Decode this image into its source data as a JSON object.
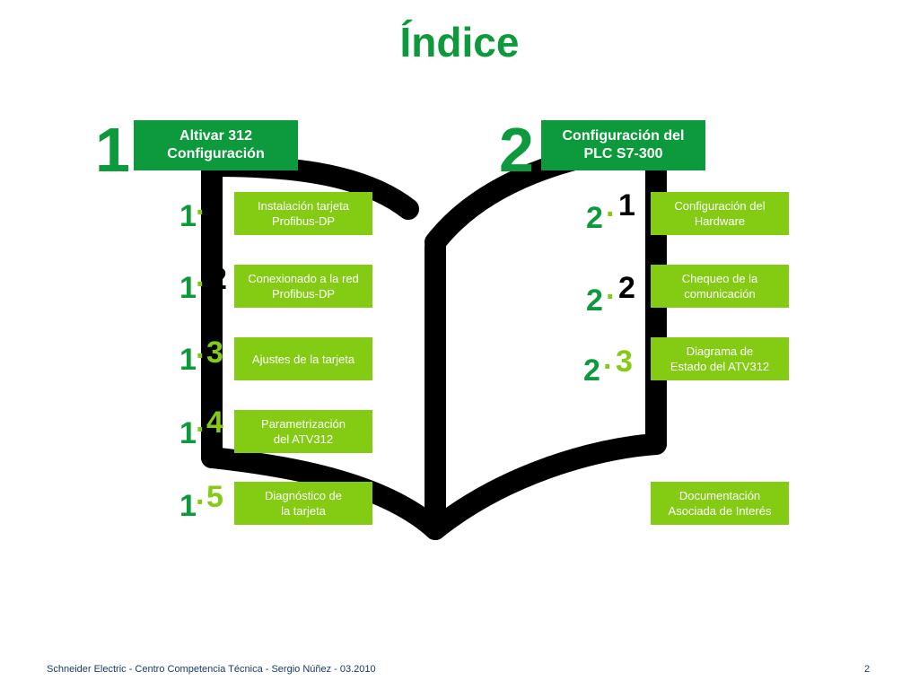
{
  "title": "Índice",
  "sections": [
    {
      "number": "1",
      "header": "Altivar 312\nConfiguración",
      "items": [
        {
          "prefix": "1",
          "suffix": "1",
          "label": "Instalación tarjeta\nProfibus-DP"
        },
        {
          "prefix": "1",
          "suffix": "2",
          "label": "Conexionado a la red\nProfibus-DP"
        },
        {
          "prefix": "1",
          "suffix": "3",
          "label": "Ajustes de la tarjeta"
        },
        {
          "prefix": "1",
          "suffix": "4",
          "label": "Parametrización\ndel ATV312"
        },
        {
          "prefix": "1",
          "suffix": "5",
          "label": "Diagnóstico de\nla tarjeta"
        }
      ]
    },
    {
      "number": "2",
      "header": "Configuración del\nPLC S7-300",
      "items": [
        {
          "prefix": "2",
          "suffix": "1",
          "label": "Configuración del\nHardware"
        },
        {
          "prefix": "2",
          "suffix": "2",
          "label": "Chequeo de la\ncomunicación"
        },
        {
          "prefix": "2",
          "suffix": "3",
          "label": "Diagrama de\nEstado del ATV312"
        }
      ]
    }
  ],
  "documentation_label": "Documentación\nAsociada de Interés",
  "footer": "Schneider Electric - Centro Competencia Técnica - Sergio Núñez - 03.2010",
  "page_number": "2",
  "colors": {
    "dark_green": "#0c9a3c",
    "lime_green": "#84cc14",
    "book": "#000000"
  }
}
